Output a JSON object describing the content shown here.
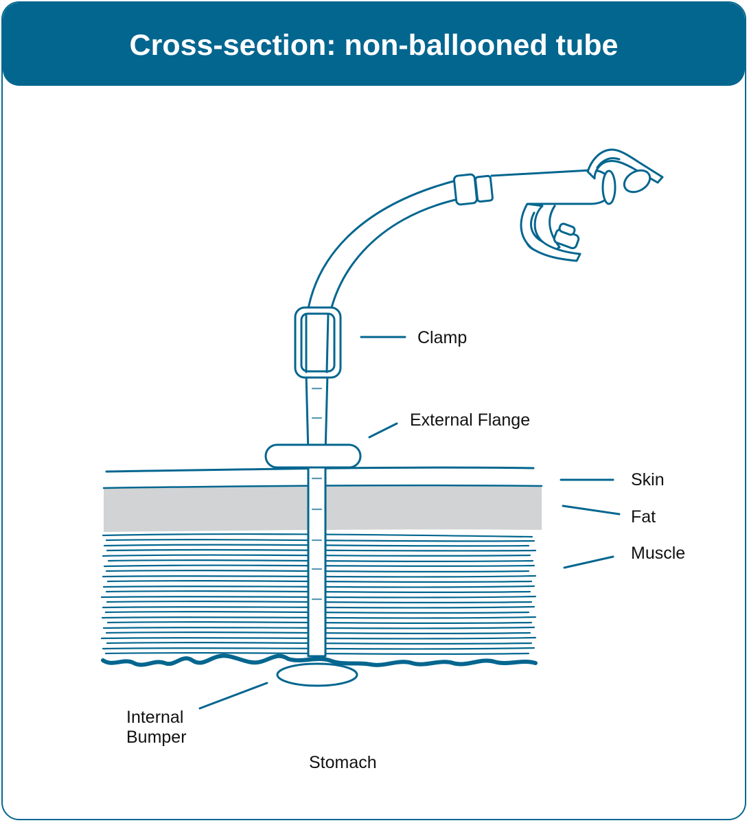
{
  "title": "Cross-section: non-ballooned tube",
  "labels": {
    "clamp": "Clamp",
    "external_flange": "External Flange",
    "skin": "Skin",
    "fat": "Fat",
    "muscle": "Muscle",
    "internal_bumper_line1": "Internal",
    "internal_bumper_line2": "Bumper",
    "stomach": "Stomach"
  },
  "colors": {
    "primary": "#03668f",
    "fat_layer": "#d1d3d4",
    "text": "#111111",
    "background": "#ffffff"
  }
}
